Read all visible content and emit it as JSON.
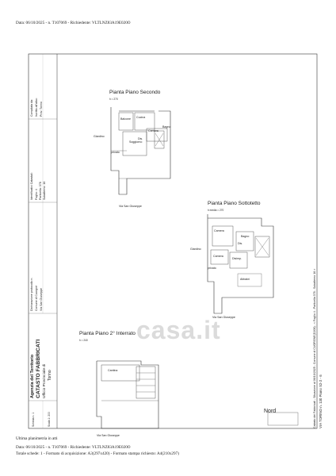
{
  "header": {
    "line": "Data: 06/10/2025 - n. T107069 - Richiedente: VLTLNZ83A19E020O"
  },
  "plans": {
    "second": {
      "title": "Pianta Piano Secondo",
      "height": "h = 270",
      "rooms": [
        "Balcone",
        "Cucina",
        "Bagno",
        "Camera",
        "Soggiorno",
        "Dis."
      ],
      "garden": "Giardino",
      "private": "privato",
      "street": "Via San Giuseppe"
    },
    "attic": {
      "title": "Pianta Piano Sottotetto",
      "height": "h media = 270",
      "rooms": [
        "Camera",
        "Bagno",
        "Dis.",
        "Disimp.",
        "Camera",
        "Abbaini"
      ],
      "garden": "Giardino",
      "private": "privato",
      "street": "Via San Giuseppe"
    },
    "basement": {
      "title": "Pianta Piano 2° Interrato",
      "height": "h = 240",
      "rooms": [
        "Cantina"
      ],
      "street": "Via San Giuseppe"
    }
  },
  "north_label": "Nord",
  "watermark": "casa.it",
  "left_block": {
    "agency": "Agenzia del Territorio",
    "registry": "CATASTO FABBRICATI",
    "office": "Ufficio Provinciale di",
    "city": "Torino",
    "ident_header": "Dichiarazione protocollo n.",
    "comune": "Comune di Cuorgnè",
    "address": "Via San Giuseppe",
    "ident_title": "Identificativi Catastali:",
    "sheet": "Foglio: 4",
    "parcel": "Particella: 378",
    "sub": "Subalterno: 16",
    "compiled_title": "Compilata da:",
    "profession": "Iscritto all'albo:",
    "province": "Prov. Torino",
    "scale": "Scala 1: 200",
    "sheet_no": "Scheda n. 1"
  },
  "right_block": {
    "line1": "Catasto dei Fabbricati - Situazione al 06/10/2025 - Comune di CUORGNE(D208) - < Foglio 4 - Particella 378 - Subalterno 16 >",
    "line2": "VIA TORINO n. 130 Piano S2-2 - 6"
  },
  "footer": {
    "line1": "Ultima planimetria in atti",
    "line2": "Data: 06/10/2025 - n. T107069 - Richiedente: VLTLNZ83A19E020O",
    "line3": "Totale schede: 1 - Formato di acquisizione: A3(297x420) - Formato stampa richiesto: A4(210x297)"
  }
}
